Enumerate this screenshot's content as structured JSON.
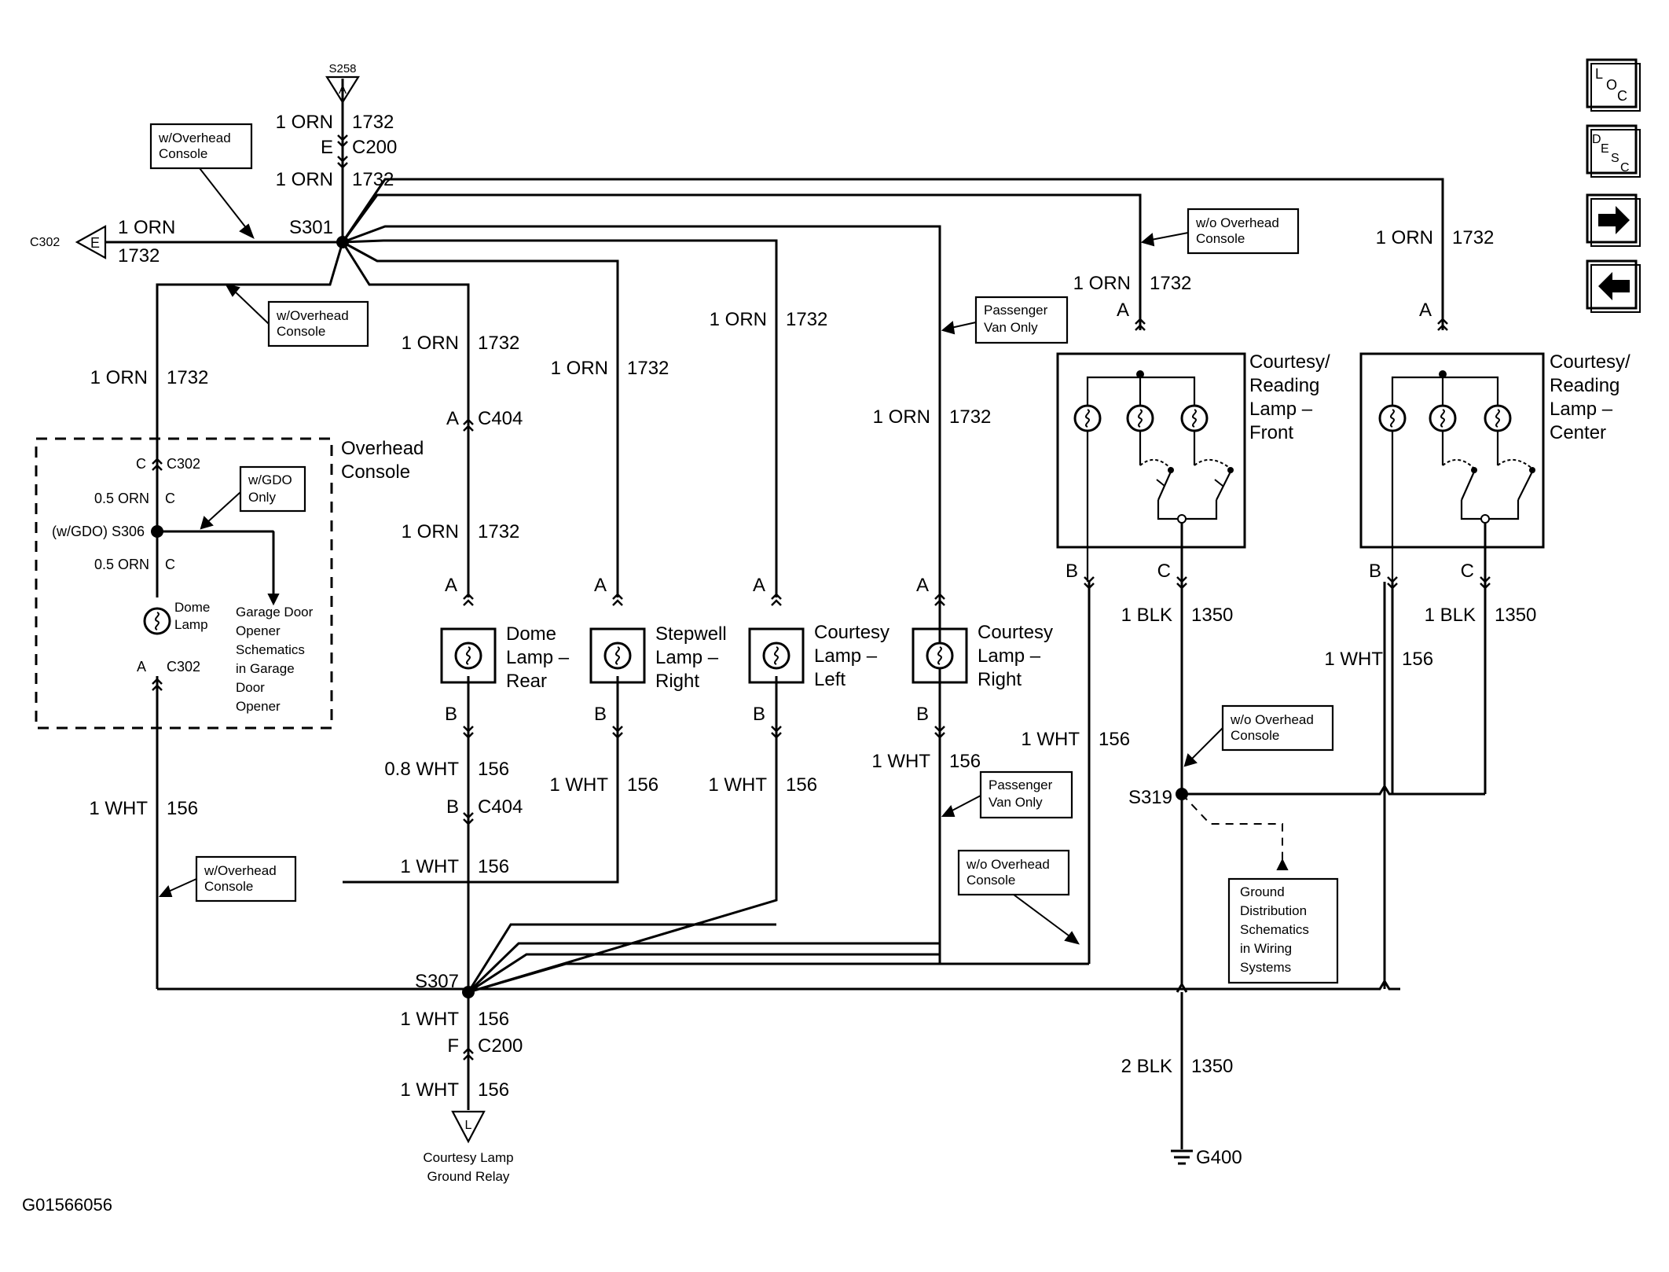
{
  "splices": {
    "s258": "S258",
    "s258_pin": "A",
    "s301": "S301",
    "s306": "(w/GDO) S306",
    "s307": "S307",
    "s319": "S319",
    "g400": "G400",
    "c302_left": "C302",
    "c302_left_pin": "E",
    "relay_pin": "L"
  },
  "connectors": {
    "c200_top_pin": "E",
    "c200_top": "C200",
    "c404_a_pin": "A",
    "c404_a": "C404",
    "c404_b_pin": "B",
    "c404_b": "C404",
    "c200_bot_pin": "F",
    "c200_bot": "C200",
    "c302_c_pin": "C",
    "c302_c": "C302",
    "c302_a_pin": "A",
    "c302_a": "C302",
    "s306_pin_top": "C",
    "s306_pin_bot": "C"
  },
  "wires": {
    "top1_gauge": "1 ORN",
    "top1_circuit": "1732",
    "top2_gauge": "1 ORN",
    "top2_circuit": "1732",
    "c302_gauge": "1 ORN",
    "c302_circuit": "1732",
    "left_gauge": "1 ORN",
    "left_circuit": "1732",
    "dome_up_gauge": "1 ORN",
    "dome_up_circuit": "1732",
    "dome_mid_gauge": "1 ORN",
    "dome_mid_circuit": "1732",
    "step_gauge": "1 ORN",
    "step_circuit": "1732",
    "cl_gauge": "1 ORN",
    "cl_circuit": "1732",
    "cr_gauge": "1 ORN",
    "cr_circuit": "1732",
    "front_gauge": "1 ORN",
    "front_circuit": "1732",
    "center_gauge": "1 ORN",
    "center_circuit": "1732",
    "ovh_top_gauge": "0.5 ORN",
    "ovh_bot_gauge": "0.5 ORN",
    "left_wht_gauge": "1 WHT",
    "left_wht_circuit": "156",
    "dome_b_gauge": "0.8 WHT",
    "dome_b_circuit": "156",
    "dome_low_gauge": "1 WHT",
    "dome_low_circuit": "156",
    "step_wht_gauge": "1 WHT",
    "step_wht_circuit": "156",
    "cl_wht_gauge": "1 WHT",
    "cl_wht_circuit": "156",
    "cr_wht_gauge": "1 WHT",
    "cr_wht_circuit": "156",
    "front_wht_gauge": "1 WHT",
    "front_wht_circuit": "156",
    "center_wht_gauge": "1 WHT",
    "center_wht_circuit": "156",
    "s307_out_gauge": "1 WHT",
    "s307_out_circuit": "156",
    "relay_gauge": "1 WHT",
    "relay_circuit": "156",
    "front_blk_gauge": "1 BLK",
    "front_blk_circuit": "1350",
    "center_blk_gauge": "1 BLK",
    "center_blk_circuit": "1350",
    "ground_gauge": "2 BLK",
    "ground_circuit": "1350"
  },
  "notes": {
    "ovh1": [
      "w/Overhead",
      "Console"
    ],
    "ovh2": [
      "w/Overhead",
      "Console"
    ],
    "ovh3": [
      "w/Overhead",
      "Console"
    ],
    "wo1": [
      "w/o Overhead",
      "Console"
    ],
    "wo2": [
      "w/o Overhead",
      "Console"
    ],
    "wo3": [
      "w/o Overhead",
      "Console"
    ],
    "pvan1": [
      "Passenger",
      "Van Only"
    ],
    "pvan2": [
      "Passenger",
      "Van Only"
    ],
    "gdo": [
      "w/GDO",
      "Only"
    ],
    "ground_dist": [
      "Ground",
      "Distribution",
      "Schematics",
      "in Wiring",
      "Systems"
    ],
    "garage": [
      "Garage Door",
      "Opener",
      "Schematics",
      "in Garage",
      "Door",
      "Opener"
    ]
  },
  "components": {
    "overhead_console": [
      "Overhead",
      "Console"
    ],
    "dome_lamp": [
      "Dome",
      "Lamp"
    ],
    "dome_rear": [
      "Dome",
      "Lamp –",
      "Rear"
    ],
    "stepwell": [
      "Stepwell",
      "Lamp –",
      "Right"
    ],
    "courtesy_left": [
      "Courtesy",
      "Lamp –",
      "Left"
    ],
    "courtesy_right": [
      "Courtesy",
      "Lamp –",
      "Right"
    ],
    "reading_front": [
      "Courtesy/",
      "Reading",
      "Lamp –",
      "Front"
    ],
    "reading_center": [
      "Courtesy/",
      "Reading",
      "Lamp –",
      "Center"
    ],
    "relay": [
      "Courtesy Lamp",
      "Ground Relay"
    ]
  },
  "pins": {
    "dome_a": "A",
    "dome_b": "B",
    "step_a": "A",
    "step_b": "B",
    "cl_a": "A",
    "cl_b": "B",
    "cr_a": "A",
    "cr_b": "B",
    "front_a": "A",
    "front_b": "B",
    "front_c": "C",
    "center_a": "A",
    "center_b": "B",
    "center_c": "C"
  },
  "nav": {
    "loc": [
      "L",
      "O",
      "C"
    ],
    "desc": [
      "D",
      "E",
      "S",
      "C"
    ],
    "next_icon": "arrow-right-icon",
    "prev_icon": "arrow-left-icon"
  },
  "figure_id": "G01566056"
}
